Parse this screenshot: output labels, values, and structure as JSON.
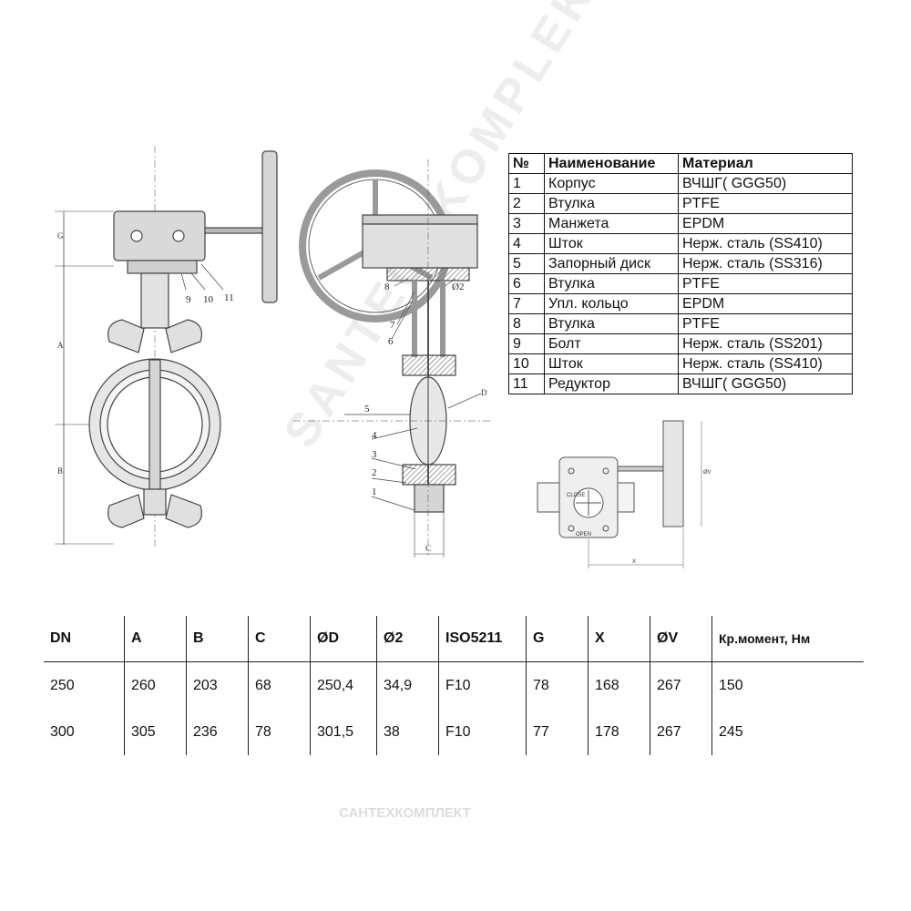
{
  "watermark": {
    "text": "SANTECHKOMPLEKT",
    "bottom": "САНТЕХКОМПЛЕКТ"
  },
  "drawing": {
    "front_labels": {
      "G": "G",
      "A": "A",
      "B": "B",
      "c9": "9",
      "c10": "10",
      "c11": "11"
    },
    "side_labels": {
      "c1": "1",
      "c2": "2",
      "c3": "3",
      "c4": "4",
      "c5": "5",
      "c6": "6",
      "c7": "7",
      "c8": "8",
      "d2": "Ø2",
      "D": "D",
      "C": "C"
    },
    "gearbox_labels": {
      "X": "X",
      "V": "ØV",
      "open": "OPEN",
      "close": "CLOSE"
    }
  },
  "materials": {
    "headers": [
      "№",
      "Наименование",
      "Материал"
    ],
    "rows": [
      [
        "1",
        "Корпус",
        "ВЧШГ( GGG50)"
      ],
      [
        "2",
        "Втулка",
        "PTFE"
      ],
      [
        "3",
        "Манжета",
        "EPDM"
      ],
      [
        "4",
        "Шток",
        "Нерж. сталь (SS410)"
      ],
      [
        "5",
        "Запорный диск",
        "Нерж. сталь (SS316)"
      ],
      [
        "6",
        "Втулка",
        "PTFE"
      ],
      [
        "7",
        "Упл. кольцо",
        "EPDM"
      ],
      [
        "8",
        "Втулка",
        "PTFE"
      ],
      [
        "9",
        "Болт",
        "Нерж. сталь (SS201)"
      ],
      [
        "10",
        "Шток",
        "Нерж. сталь (SS410)"
      ],
      [
        "11",
        "Редуктор",
        "ВЧШГ( GGG50)"
      ]
    ]
  },
  "dimensions": {
    "headers": [
      "DN",
      "A",
      "B",
      "C",
      "ØD",
      "Ø2",
      "ISO5211",
      "G",
      "X",
      "ØV",
      "Кр.момент, Нм"
    ],
    "rows": [
      [
        "250",
        "260",
        "203",
        "68",
        "250,4",
        "34,9",
        "F10",
        "78",
        "168",
        "267",
        "150"
      ],
      [
        "300",
        "305",
        "236",
        "78",
        "301,5",
        "38",
        "F10",
        "77",
        "178",
        "267",
        "245"
      ]
    ]
  }
}
